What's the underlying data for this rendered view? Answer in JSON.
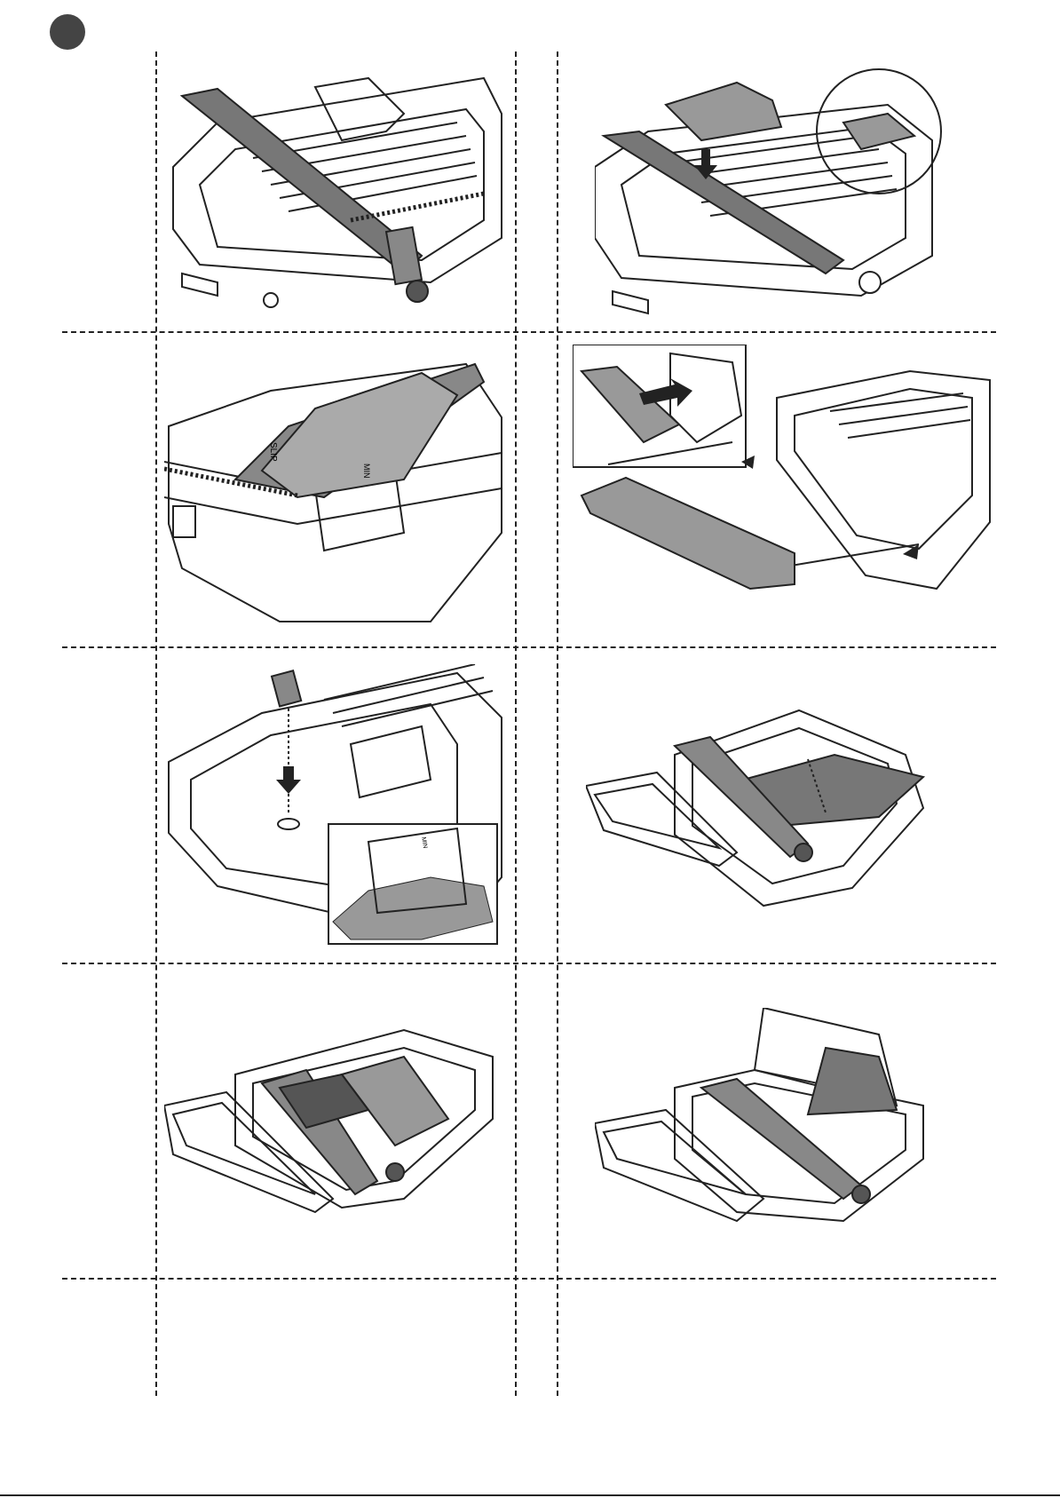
{
  "page": {
    "step_badge_color": "#444444",
    "rows": 5,
    "columns": 2
  },
  "panels": [
    {
      "id": "p1",
      "labels": []
    },
    {
      "id": "p2",
      "labels": []
    },
    {
      "id": "p3",
      "labels": [
        "SLIP",
        "MIN"
      ]
    },
    {
      "id": "p4",
      "labels": []
    },
    {
      "id": "p5",
      "labels": [
        "MIN"
      ]
    },
    {
      "id": "p6",
      "labels": []
    },
    {
      "id": "p7",
      "labels": []
    },
    {
      "id": "p8",
      "labels": []
    },
    {
      "id": "p9",
      "labels": []
    },
    {
      "id": "p10",
      "labels": []
    }
  ]
}
